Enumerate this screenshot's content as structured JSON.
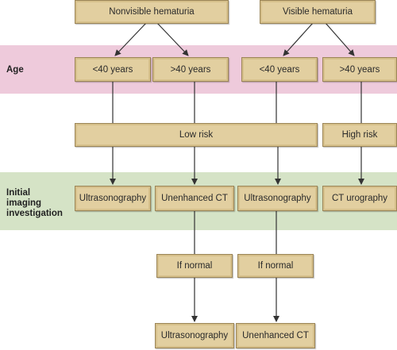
{
  "bands": {
    "age_label": "Age",
    "imaging_label_line1": "Initial",
    "imaging_label_line2": "imaging",
    "imaging_label_line3": "investigation"
  },
  "nodes": {
    "nonvisible": "Nonvisible hematuria",
    "visible": "Visible hematuria",
    "nv_lt40": "<40 years",
    "nv_gt40": ">40 years",
    "v_lt40": "<40 years",
    "v_gt40": ">40 years",
    "low_risk": "Low risk",
    "high_risk": "High risk",
    "img_us_1": "Ultrasonography",
    "img_ct_1": "Unenhanced CT",
    "img_us_2": "Ultrasonography",
    "img_ctu": "CT urography",
    "if_normal_1": "If normal",
    "if_normal_2": "If normal",
    "final_us": "Ultrasonography",
    "final_ct": "Unenhanced CT"
  },
  "colors": {
    "box_fill": "#e2cfa0",
    "box_border": "#9b8557",
    "age_band": "#eecadb",
    "imaging_band": "#d5e3c6",
    "arrow": "#333333"
  }
}
